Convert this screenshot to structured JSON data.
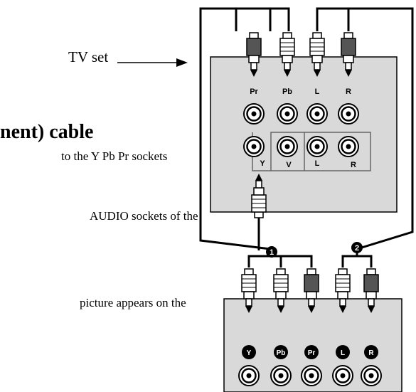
{
  "document": {
    "tv_label": "TV set",
    "heading": "nent) cable",
    "lines": [
      "to the Y Pb Pr sockets",
      "AUDIO sockets of the",
      "picture appears on the"
    ]
  },
  "tv_panel": {
    "top_labels": [
      "Pr",
      "Pb",
      "L",
      "R"
    ],
    "bottom_labels": [
      "Y",
      "V",
      "L",
      "R"
    ]
  },
  "callouts": [
    "1",
    "2"
  ],
  "source_panel": {
    "labels": [
      "Y",
      "Pb",
      "Pr",
      "L",
      "R"
    ]
  }
}
